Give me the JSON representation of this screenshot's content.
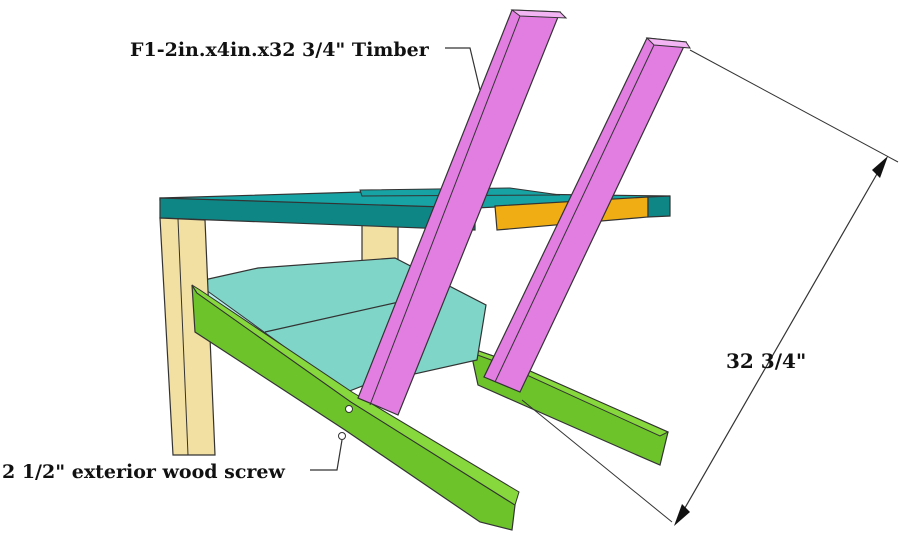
{
  "annotations": {
    "timber_label": "F1-2in.x4in.x32 3/4\" Timber",
    "screw_label": "2 1/2\" exterior wood screw",
    "dimension_label": "32 3/4\""
  },
  "colors": {
    "back_slat": "#e27ee2",
    "back_slat_side": "#c85ec8",
    "arm_top": "#17a3a3",
    "arm_front": "#0f8686",
    "arm_stretcher": "#f0ad14",
    "seat_slat": "#7fd6c8",
    "side_rail": "#6cc42a",
    "side_rail_top": "#86d83c",
    "front_leg": "#f2dfa2",
    "outline": "#333333"
  }
}
